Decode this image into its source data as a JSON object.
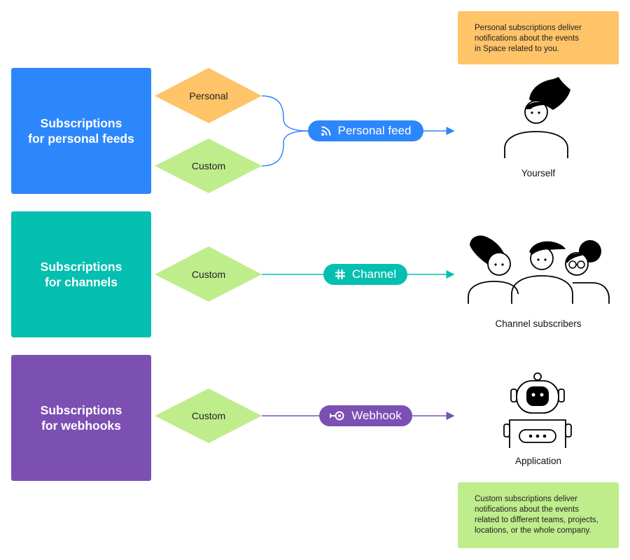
{
  "notes": {
    "personal": [
      "Personal subscriptions deliver",
      "notifications about the events",
      "in Space related to you."
    ],
    "custom": [
      "Custom subscriptions deliver",
      "notifications about the events",
      "related to different teams, projects,",
      "locations, or the whole company."
    ]
  },
  "categories": {
    "personal_feeds": [
      "Subscriptions",
      "for personal feeds"
    ],
    "channels": [
      "Subscriptions",
      "for channels"
    ],
    "webhooks": [
      "Subscriptions",
      "for webhooks"
    ]
  },
  "diamonds": {
    "personal": "Personal",
    "custom_feed": "Custom",
    "custom_channel": "Custom",
    "custom_webhook": "Custom"
  },
  "targets": {
    "personal_feed": {
      "label": "Personal feed",
      "icon": "rss-icon"
    },
    "channel": {
      "label": "Channel",
      "icon": "hash-icon"
    },
    "webhook": {
      "label": "Webhook",
      "icon": "webhook-icon"
    }
  },
  "recipients": {
    "yourself": "Yourself",
    "channel_subscribers": "Channel subscribers",
    "application": "Application"
  },
  "colors": {
    "blue": "#2d87fc",
    "teal": "#05bfb0",
    "purple": "#7c4fb3",
    "orange": "#ffc368",
    "green": "#bfed8c"
  }
}
